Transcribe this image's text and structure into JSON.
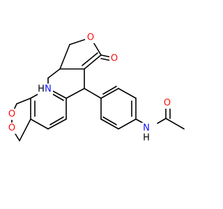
{
  "colors": {
    "background": "#ffffff",
    "bond": "#000000",
    "oxygen": "#ff0d0d",
    "nitrogen": "#0d0dff",
    "hydrogen": "#000000"
  },
  "atoms": {
    "ring_nh": {
      "element": "N",
      "hydrogen": "H"
    },
    "lactone_ring_o": {
      "element": "O"
    },
    "lactone_carbonyl_o": {
      "element": "O"
    },
    "dioxole_o_upper": {
      "element": "O"
    },
    "dioxole_o_lower": {
      "element": "O"
    },
    "amide_nh": {
      "element": "N",
      "hydrogen": "H"
    },
    "amide_carbonyl_o": {
      "element": "O"
    }
  }
}
